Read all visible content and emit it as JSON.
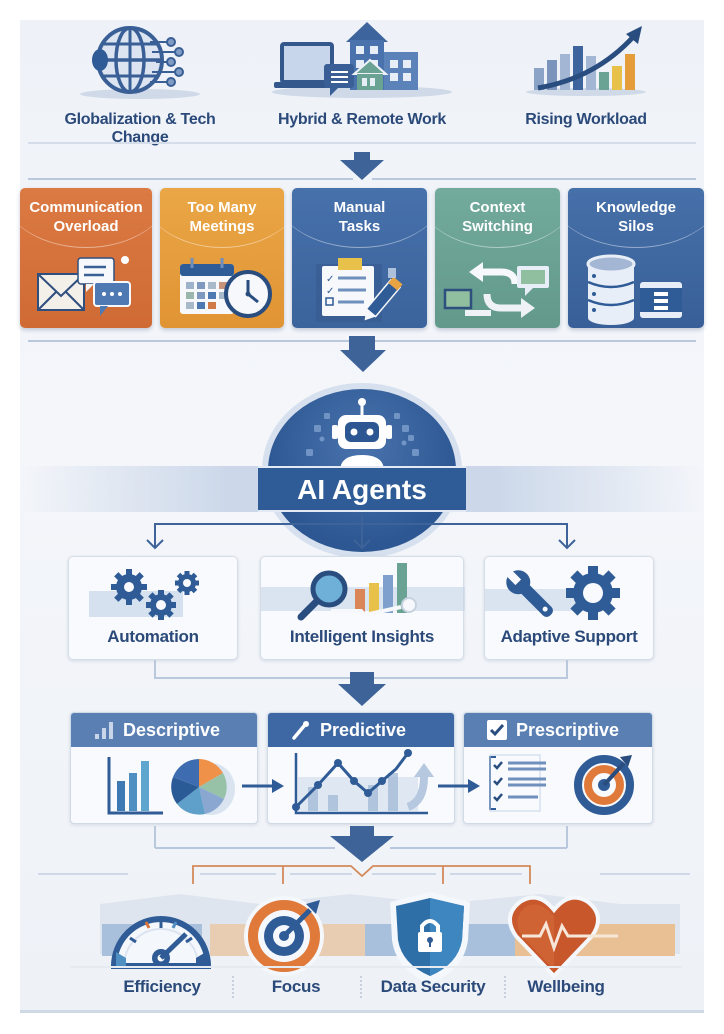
{
  "drivers": [
    {
      "label": "Globalization & Tech Change",
      "icon": "globe-network-icon"
    },
    {
      "label": "Hybrid & Remote Work",
      "icon": "laptop-buildings-icon"
    },
    {
      "label": "Rising Workload",
      "icon": "rising-bar-chart-icon"
    }
  ],
  "challenges": [
    {
      "label_line1": "Communication",
      "label_line2": "Overload",
      "icon": "envelope-chat-icon",
      "color": "#d9743d"
    },
    {
      "label_line1": "Too Many",
      "label_line2": "Meetings",
      "icon": "calendar-clock-icon",
      "color": "#e59c3a"
    },
    {
      "label_line1": "Manual",
      "label_line2": "Tasks",
      "icon": "checklist-pencil-icon",
      "color": "#3f6aa5"
    },
    {
      "label_line1": "Context",
      "label_line2": "Switching",
      "icon": "switch-arrows-icon",
      "color": "#6aa394"
    },
    {
      "label_line1": "Knowledge",
      "label_line2": "Silos",
      "icon": "database-icon",
      "color": "#3d69a6"
    }
  ],
  "core": {
    "label": "AI Agents",
    "icon": "robot-icon"
  },
  "capabilities": [
    {
      "label": "Automation",
      "icon": "gears-icon"
    },
    {
      "label": "Intelligent Insights",
      "icon": "magnifier-chart-icon"
    },
    {
      "label": "Adaptive Support",
      "icon": "wrench-gear-icon"
    }
  ],
  "analytics": [
    {
      "label": "Descriptive",
      "header_icon": "bar-signal-icon",
      "icon": "bar-pie-chart-icon",
      "header_color": "#5a7fb3"
    },
    {
      "label": "Predictive",
      "header_icon": "dropper-icon",
      "icon": "trend-line-chart-icon",
      "header_color": "#3e68a3"
    },
    {
      "label": "Prescriptive",
      "header_icon": "checkbox-icon",
      "icon": "checklist-target-icon",
      "header_color": "#5a7fb3"
    }
  ],
  "outcomes": [
    {
      "label": "Efficiency",
      "icon": "speedometer-icon"
    },
    {
      "label": "Focus",
      "icon": "target-icon"
    },
    {
      "label": "Data Security",
      "icon": "shield-lock-icon"
    },
    {
      "label": "Wellbeing",
      "icon": "heart-pulse-icon"
    }
  ],
  "colors": {
    "primary_blue": "#2f5b96",
    "text_blue": "#2b4a7a",
    "orange": "#d9743d",
    "amber": "#e59c3a",
    "teal": "#6aa394",
    "divider": "#b9c8dc"
  }
}
